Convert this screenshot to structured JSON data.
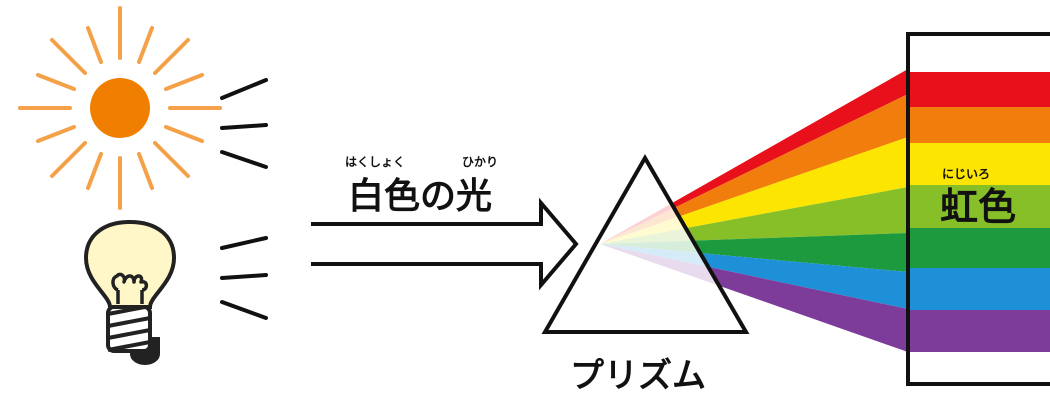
{
  "labels": {
    "white_light": {
      "ruby_left": "はくしょく",
      "ruby_right": "ひかり",
      "main": "白色の光"
    },
    "prism": "プリズム",
    "rainbow": {
      "ruby": "にじいろ",
      "main": "虹色"
    }
  },
  "colors": {
    "sun": "#F07F00",
    "sun_rays": "#F4A14A",
    "bulb_glow": "#FFF7C8",
    "spectrum": [
      "#E8101B",
      "#F17D0C",
      "#FCE500",
      "#87BF28",
      "#1E9A3E",
      "#1E90D8",
      "#7D3B9A",
      "#A02789"
    ]
  },
  "icons": [
    "sun-icon",
    "light-bulb-icon",
    "prism-icon",
    "arrow-icon"
  ]
}
